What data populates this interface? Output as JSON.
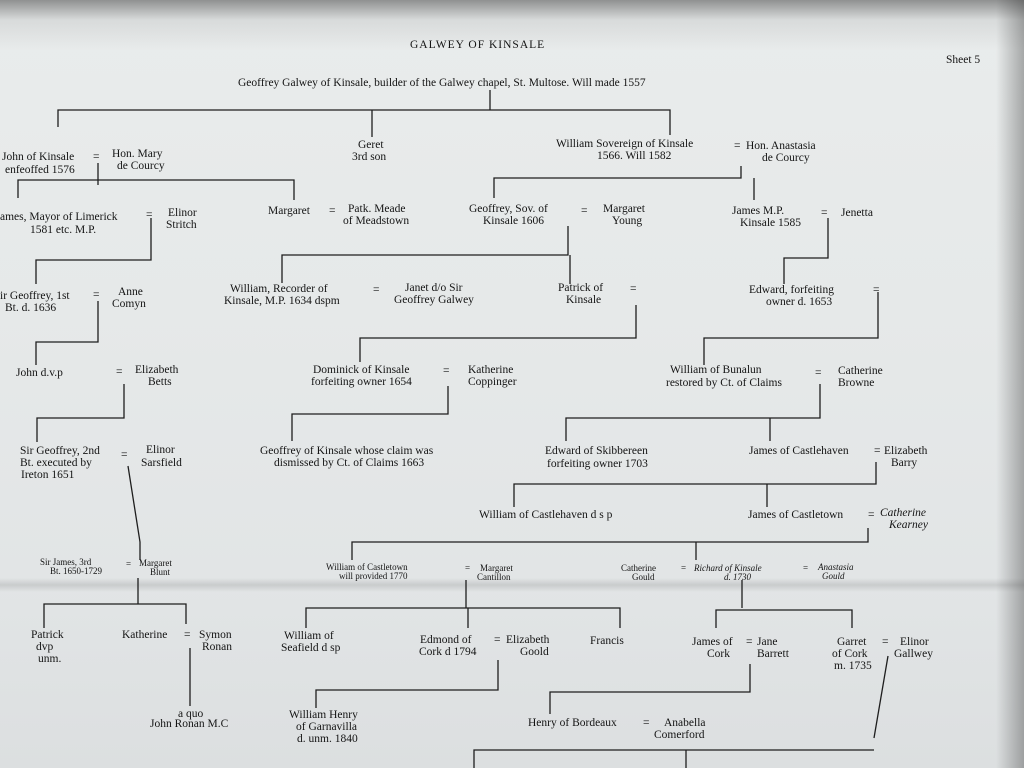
{
  "header": {
    "title": "GALWEY OF KINSALE",
    "sheet": "Sheet 5"
  },
  "people": {
    "geoffrey_founder": "Geoffrey Galwey of Kinsale, builder of the Galwey chapel, St. Multose.  Will made 1557",
    "john_kinsale_1": "John of Kinsale",
    "john_kinsale_2": "enfeoffed 1576",
    "mary_decourcy_1": "Hon. Mary",
    "mary_decourcy_2": "de Courcy",
    "geret_1": "Geret",
    "geret_2": "3rd son",
    "william_sov_1": "William Sovereign of Kinsale",
    "william_sov_2": "1566. Will 1582",
    "anastasia_1": "Hon. Anastasia",
    "anastasia_2": "de Courcy",
    "james_mayor_1": "ames, Mayor of Limerick",
    "james_mayor_2": "1581 etc.  M.P.",
    "elinor_stritch_1": "Elinor",
    "elinor_stritch_2": "Stritch",
    "margaret": "Margaret",
    "patk_meade_1": "Patk. Meade",
    "patk_meade_2": "of Meadstown",
    "geoffrey_sov_1": "Geoffrey, Sov. of",
    "geoffrey_sov_2": "Kinsale 1606",
    "margaret_young_1": "Margaret",
    "margaret_young_2": "Young",
    "james_mp_1": "James M.P.",
    "james_mp_2": "Kinsale 1585",
    "jenetta": "Jenetta",
    "sir_geoffrey_1st_1": "ir Geoffrey,  1st",
    "sir_geoffrey_1st_2": "Bt. d. 1636",
    "anne_comyn_1": "Anne",
    "anne_comyn_2": "Comyn",
    "william_recorder_1": "William,  Recorder of",
    "william_recorder_2": "Kinsale, M.P. 1634 dspm",
    "janet_1": "Janet d/o Sir",
    "janet_2": "Geoffrey Galwey",
    "patrick_kinsale_1": "Patrick  of",
    "patrick_kinsale_2": "Kinsale",
    "edward_forfeiting_1": "Edward,  forfeiting",
    "edward_forfeiting_2": "owner d. 1653",
    "john_dvp": "John d.v.p",
    "elizabeth_betts_1": "Elizabeth",
    "elizabeth_betts_2": "Betts",
    "dominick_1": "Dominick of Kinsale",
    "dominick_2": "forfeiting owner 1654",
    "katherine_coppinger_1": "Katherine",
    "katherine_coppinger_2": "Coppinger",
    "william_bunalun_1": "William  of  Bunalun",
    "william_bunalun_2": "restored by Ct. of Claims",
    "catherine_browne_1": "Catherine",
    "catherine_browne_2": "Browne",
    "sir_geoffrey_2nd_1": "Sir Geoffrey, 2nd",
    "sir_geoffrey_2nd_2": "Bt.  executed  by",
    "sir_geoffrey_2nd_3": "Ireton 1651",
    "elinor_sarsfield_1": "Elinor",
    "elinor_sarsfield_2": "Sarsfield",
    "geoffrey_claim_1": "Geoffrey of Kinsale whose claim was",
    "geoffrey_claim_2": "dismissed by Ct. of Claims 1663",
    "edward_skibbereen_1": "Edward of Skibbereen",
    "edward_skibbereen_2": "forfeiting owner 1703",
    "james_castlehaven": "James of Castlehaven",
    "elizabeth_barry_1": "Elizabeth",
    "elizabeth_barry_2": "Barry",
    "william_castlehaven": "William of Castlehaven d s p",
    "james_castletown": "James of Castletown",
    "catherine_kearney_1": "Catherine",
    "catherine_kearney_2": "Kearney",
    "sir_james_1": "Sir  James,  3rd",
    "sir_james_2": "Bt. 1650-1729",
    "margaret_blunt_1": "Margaret",
    "margaret_blunt_2": "Blunt",
    "william_castletown_1": "William  of  Castletown",
    "william_castletown_2": "will provided 1770",
    "margaret_cantillon_1": "Margaret",
    "margaret_cantillon_2": "Cantillon",
    "catherine_gould_1": "Catherine",
    "catherine_gould_2": "Gould",
    "richard_kinsale_1": "Richard  of  Kinsale",
    "richard_kinsale_2": "d. 1730",
    "anastasia_gould_1": "Anastasia",
    "anastasia_gould_2": "Gould",
    "patrick_dvp_1": "Patrick",
    "patrick_dvp_2": "dvp",
    "patrick_dvp_3": "unm.",
    "katherine": "Katherine",
    "symon_ronan_1": "Symon",
    "symon_ronan_2": "Ronan",
    "william_seafield_1": "William of",
    "william_seafield_2": "Seafield d sp",
    "edmond_cork_1": "Edmond of",
    "edmond_cork_2": "Cork d 1794",
    "elizabeth_goold_1": "Elizabeth",
    "elizabeth_goold_2": "Goold",
    "francis": "Francis",
    "james_cork_1": "James of",
    "james_cork_2": "Cork",
    "jane_barrett_1": "Jane",
    "jane_barrett_2": "Barrett",
    "garret_cork_1": "Garret",
    "garret_cork_2": "of Cork",
    "garret_cork_3": "m. 1735",
    "elinor_gallwey_1": "Elinor",
    "elinor_gallwey_2": "Gallwey",
    "a_quo_1": "a quo",
    "a_quo_2": "John Ronan M.C",
    "william_henry_1": "William  Henry",
    "william_henry_2": "of Garnavilla",
    "william_henry_3": "d. unm. 1840",
    "henry_bordeaux": "Henry of Bordeaux",
    "anabella_1": "Anabella",
    "anabella_2": "Comerford"
  },
  "symbols": {
    "marriage": "="
  }
}
